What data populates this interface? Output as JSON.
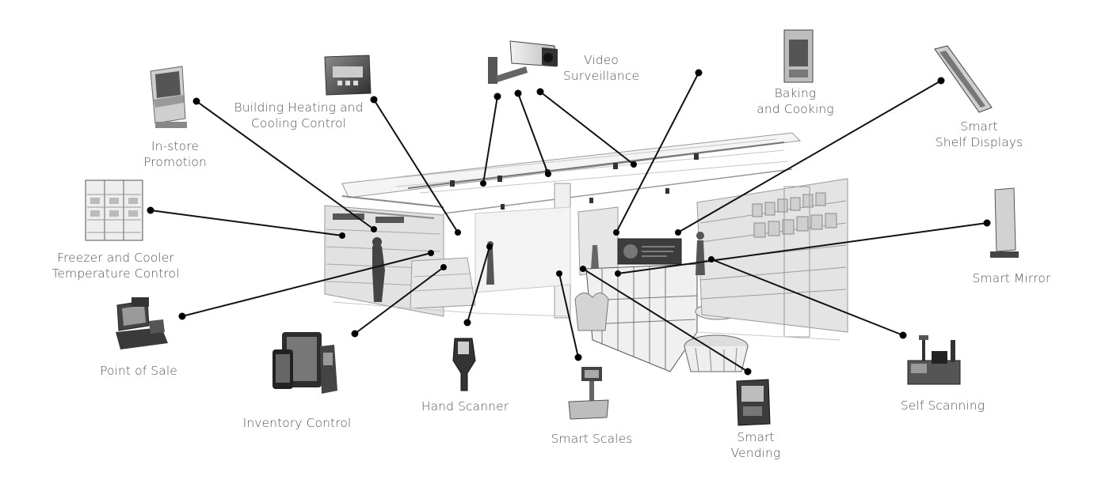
{
  "devices": [
    {
      "id": "in-store-promotion",
      "label": [
        "In-store",
        "Promotion"
      ]
    },
    {
      "id": "building-heating",
      "label": [
        "Building Heating and",
        "Cooling Control"
      ]
    },
    {
      "id": "video-surveillance",
      "label": [
        "Video",
        "Surveillance"
      ]
    },
    {
      "id": "baking-cooking",
      "label": [
        "Baking",
        "and Cooking"
      ]
    },
    {
      "id": "smart-shelf",
      "label": [
        "Smart",
        "Shelf Displays"
      ]
    },
    {
      "id": "freezer-cooler",
      "label": [
        "Freezer and Cooler",
        "Temperature Control"
      ]
    },
    {
      "id": "smart-mirror",
      "label": [
        "Smart Mirror"
      ]
    },
    {
      "id": "point-of-sale",
      "label": [
        "Point of Sale"
      ]
    },
    {
      "id": "inventory-control",
      "label": [
        "Inventory Control"
      ]
    },
    {
      "id": "hand-scanner",
      "label": [
        "Hand Scanner"
      ]
    },
    {
      "id": "smart-scales",
      "label": [
        "Smart Scales"
      ]
    },
    {
      "id": "smart-vending",
      "label": [
        "Smart",
        "Vending"
      ]
    },
    {
      "id": "self-scanning",
      "label": [
        "Self Scanning"
      ]
    }
  ],
  "colors": {
    "line": "#111111",
    "dot": "#000000",
    "text": "#555555",
    "sketch": "#8a8a8a",
    "device": "#3a3a3a"
  }
}
